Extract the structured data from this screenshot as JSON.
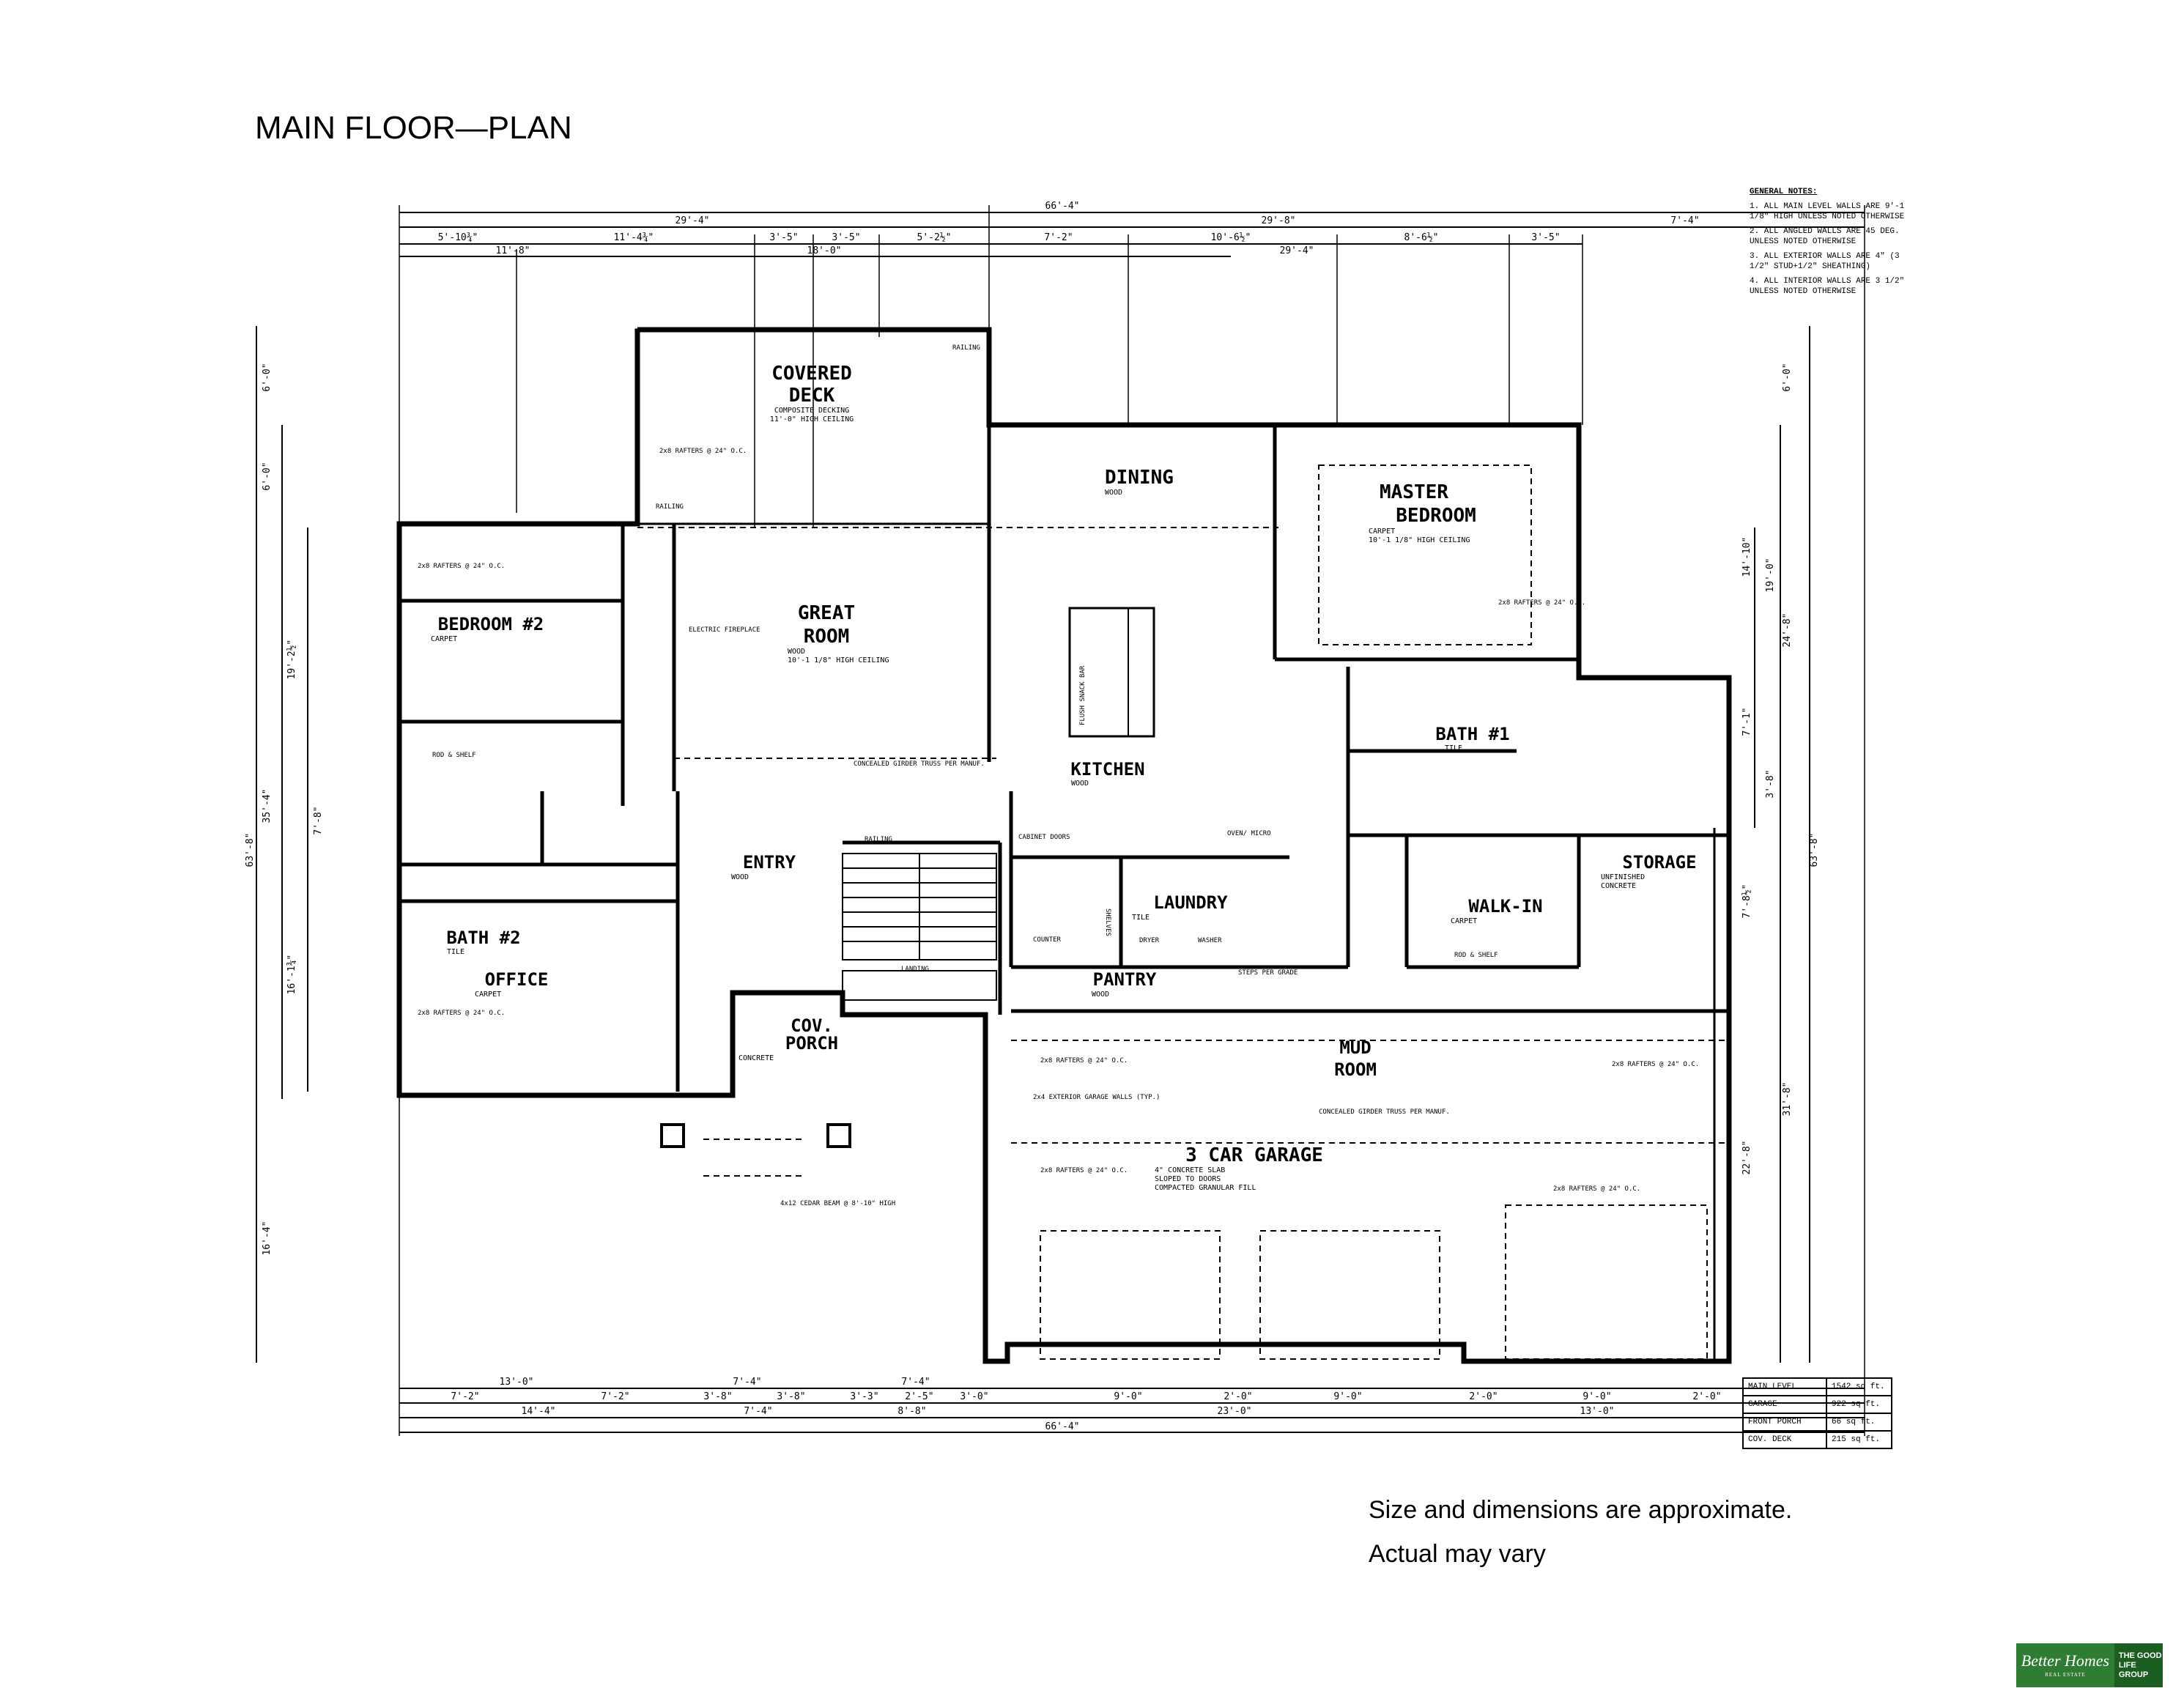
{
  "title": "MAIN FLOOR—PLAN",
  "disclaimer": [
    "Size and dimensions are approximate.",
    "Actual may vary"
  ],
  "general_notes": {
    "heading": "GENERAL NOTES:",
    "items": [
      "1. ALL MAIN LEVEL WALLS ARE 9'-1 1/8\" HIGH UNLESS NOTED OTHERWISE",
      "2. ALL ANGLED WALLS ARE 45 DEG. UNLESS NOTED OTHERWISE",
      "3. ALL EXTERIOR WALLS ARE 4\" (3 1/2\" STUD+1/2\" SHEATHING)",
      "4. ALL INTERIOR WALLS ARE 3 1/2\" UNLESS NOTED OTHERWISE"
    ]
  },
  "rooms": [
    {
      "name": "COVERED",
      "line2": "DECK",
      "sub": [
        "COMPOSITE DECKING",
        "11'-0\" HIGH CEILING"
      ]
    },
    {
      "name": "DINING",
      "sub": [
        "WOOD"
      ]
    },
    {
      "name": "MASTER",
      "line2": "BEDROOM",
      "sub": [
        "CARPET",
        "10'-1 1/8\" HIGH CEILING"
      ]
    },
    {
      "name": "BEDROOM #2",
      "sub": [
        "CARPET"
      ]
    },
    {
      "name": "GREAT",
      "line2": "ROOM",
      "sub": [
        "WOOD",
        "10'-1 1/8\" HIGH CEILING"
      ]
    },
    {
      "name": "KITCHEN",
      "sub": [
        "WOOD"
      ]
    },
    {
      "name": "BATH #1",
      "sub": [
        "TILE"
      ]
    },
    {
      "name": "ENTRY",
      "sub": [
        "WOOD"
      ]
    },
    {
      "name": "STORAGE",
      "sub": [
        "UNFINISHED",
        "CONCRETE"
      ]
    },
    {
      "name": "LAUNDRY",
      "sub": [
        "TILE"
      ]
    },
    {
      "name": "WALK-IN",
      "sub": [
        "CARPET"
      ]
    },
    {
      "name": "BATH #2",
      "sub": [
        "TILE"
      ]
    },
    {
      "name": "OFFICE",
      "sub": [
        "CARPET"
      ]
    },
    {
      "name": "COV.",
      "line2": "PORCH",
      "sub": [
        "CONCRETE"
      ]
    },
    {
      "name": "PANTRY",
      "sub": [
        "WOOD"
      ]
    },
    {
      "name": "MUD",
      "line2": "ROOM",
      "sub": []
    },
    {
      "name": "3 CAR GARAGE",
      "sub": [
        "4\" CONCRETE SLAB",
        "SLOPED TO DOORS",
        "COMPACTED GRANULAR FILL"
      ]
    }
  ],
  "dims_top": {
    "overall": "66'-4\"",
    "row2": [
      "29'-4\"",
      "29'-8\"",
      "7'-4\""
    ],
    "row3": [
      "5'-10¾\"",
      "11'-4¾\"",
      "3'-5\"",
      "3'-5\"",
      "5'-2½\"",
      "7'-2\"",
      "10'-6½\"",
      "8'-6½\"",
      "3'-5\""
    ],
    "row4": [
      "11'-8\"",
      "18'-0\"",
      "29'-4\""
    ]
  },
  "dims_bottom": {
    "row1": [
      "7'-2\"",
      "7'-2\"",
      "3'-8\"",
      "3'-8\"",
      "3'-3\"",
      "2'-5\"",
      "3'-0\"",
      "9'-0\"",
      "2'-0\"",
      "9'-0\"",
      "2'-0\"",
      "9'-0\"",
      "2'-0\""
    ],
    "row0": [
      "13'-0\"",
      "7'-4\"",
      "7'-4\""
    ],
    "row2": [
      "14'-4\"",
      "7'-4\"",
      "8'-8\"",
      "23'-0\"",
      "13'-0\""
    ],
    "overall": "66'-4\""
  },
  "dims_left": [
    "6'-0\"",
    "6'-0\"",
    "19'-2½\"",
    "7'-8\"",
    "16'-1¾\"",
    "35'-4\"",
    "63'-8\"",
    "16'-4\""
  ],
  "dims_right": [
    "6'-0\"",
    "14'-10\"",
    "19'-0\"",
    "24'-8\"",
    "7'-1\"",
    "3'-8\"",
    "7'-8½\"",
    "31'-8\"",
    "22'-8\"",
    "63'-8\""
  ],
  "notes_misc": [
    "2x8 RAFTERS @ 24\" O.C.",
    "CONCEALED GIRDER TRUSS PER MANUF.",
    "ELECTRIC FIREPLACE",
    "FLUSH SNACK BAR",
    "CABINET DOORS",
    "OVEN/ MICRO",
    "DRYER",
    "WASHER",
    "SHELVES",
    "COUNTER",
    "LANDING",
    "RAILING",
    "ROD & SHELF",
    "STEPS PER GRADE",
    "2x4 EXTERIOR GARAGE WALLS (TYP.)",
    "4x12 CEDAR BEAM @ 8'-10\" HIGH"
  ],
  "area_table": [
    [
      "MAIN LEVEL",
      "1542 sq ft."
    ],
    [
      "GARAGE",
      "922 sq ft."
    ],
    [
      "FRONT PORCH",
      "66 sq ft."
    ],
    [
      "COV. DECK",
      "215 sq ft."
    ]
  ],
  "logo": {
    "brand": "Better Homes",
    "sub": "REAL ESTATE",
    "group": "THE GOOD LIFE GROUP"
  }
}
